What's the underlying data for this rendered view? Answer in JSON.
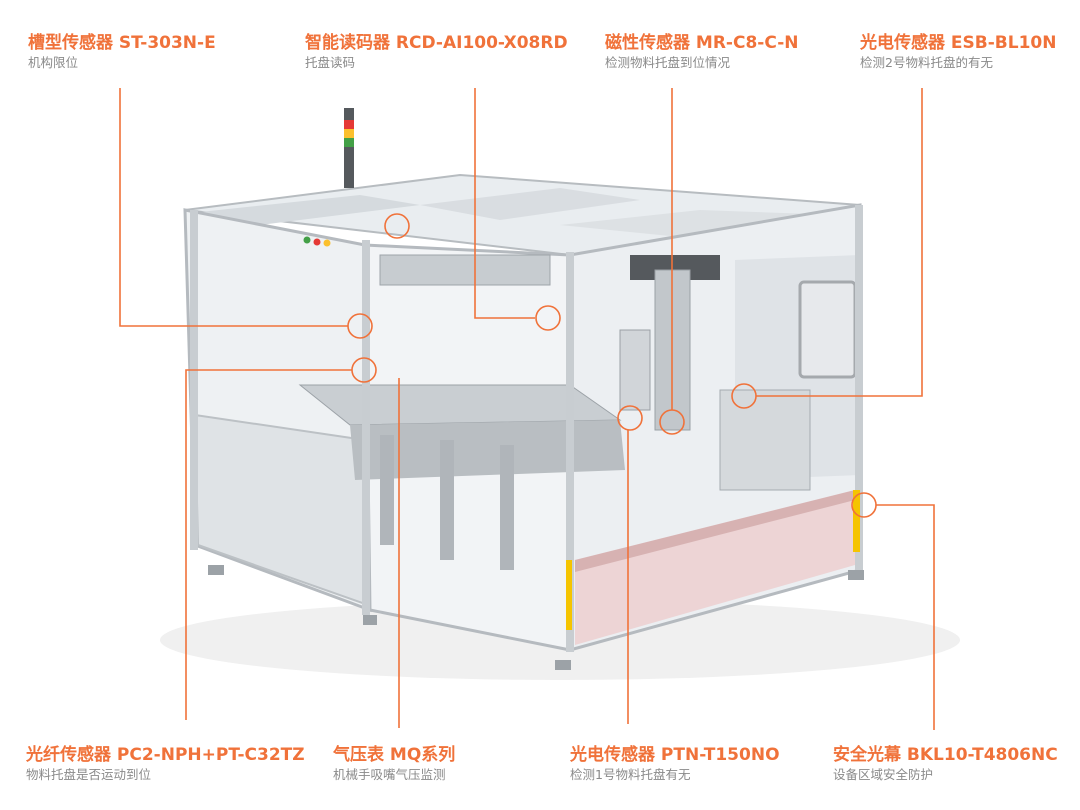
{
  "accent_color": "#f0723a",
  "callouts": [
    {
      "title": "槽型传感器 ST-303N-E",
      "desc": "机构限位"
    },
    {
      "title": "智能读码器 RCD-AI100-X08RD",
      "desc": "托盘读码"
    },
    {
      "title": "磁性传感器 MR-C8-C-N",
      "desc": "检测物料托盘到位情况"
    },
    {
      "title": "光电传感器 ESB-BL10N",
      "desc": "检测2号物料托盘的有无"
    },
    {
      "title": "光纤传感器 PC2-NPH+PT-C32TZ",
      "desc": "物料托盘是否运动到位"
    },
    {
      "title": "气压表 MQ系列",
      "desc": "机械手吸嘴气压监测"
    },
    {
      "title": "光电传感器 PTN-T150NO",
      "desc": "检测1号物料托盘有无"
    },
    {
      "title": "安全光幕 BKL10-T4806NC",
      "desc": "设备区域安全防护"
    }
  ]
}
